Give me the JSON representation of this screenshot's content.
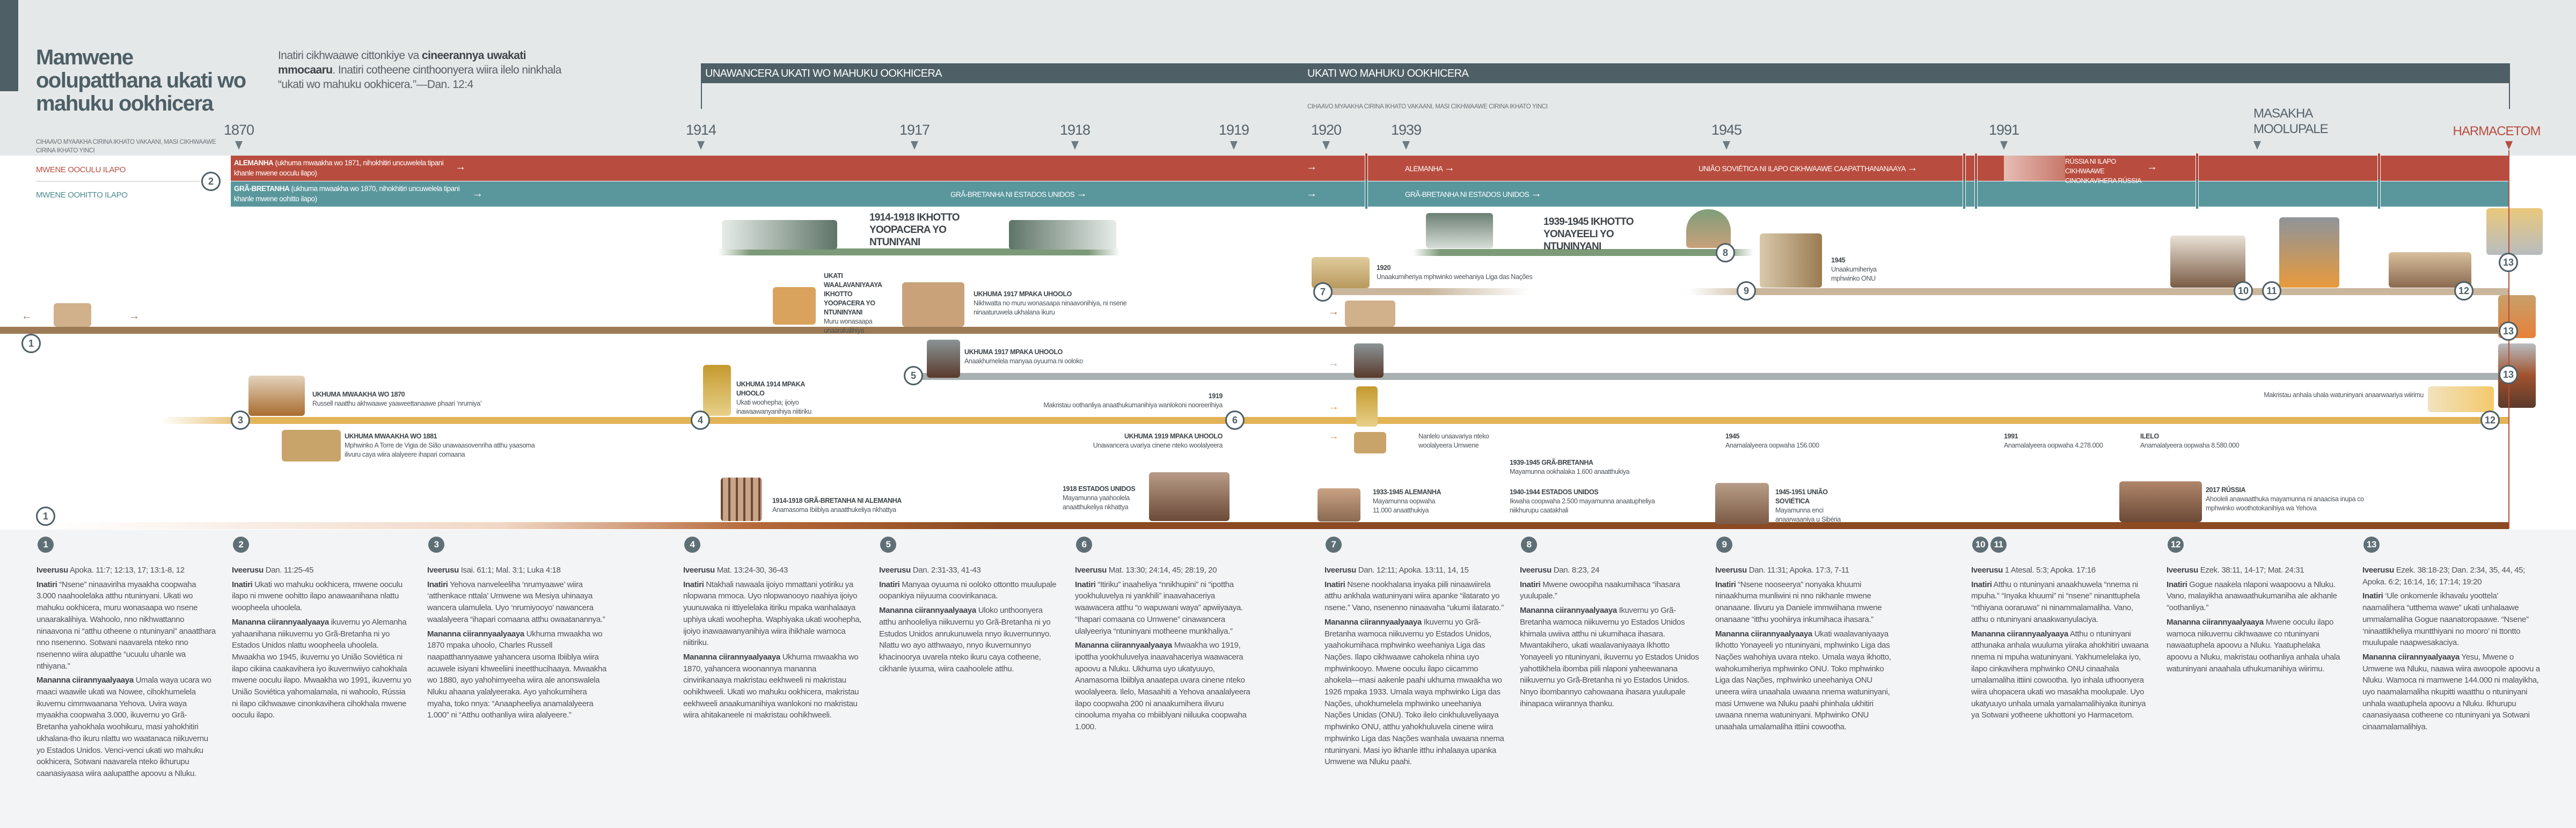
{
  "header": {
    "title": "Mamwene oolupatthana ukati wo mahuku ookhicera",
    "subtitle_pre": "Inatiri cikhwaawe cittonkiye va ",
    "subtitle_bold": "cineerannya uwakati mmocaaru",
    "subtitle_post": ". Inatiri cotheene cinthoonyera wiira ilelo ninkhala “ukati wo mahuku ookhicera.”—Dan. 12:4",
    "note_left": "Cihaavo myaakha cirina ikhato vakaani, masi cikhwaawe cirina ikhato yinci"
  },
  "periods": {
    "before": "UNAWANCERA UKATI WO MAHUKU OOKHICERA",
    "last_days": "UKATI WO MAHUKU OOKHICERA",
    "note": "Cihaavo myaakha cirina ikhato vakaani, masi cikhwaawe cirina ikhato yinci"
  },
  "years": [
    "1870",
    "1914",
    "1917",
    "1918",
    "1919",
    "1920",
    "1939",
    "1945",
    "1991",
    "MASAKHA MOOLUPALE",
    "HARMACETOM"
  ],
  "rows": {
    "north": "MWENE OOCULU ILAPO",
    "south": "MWENE OOHITTO ILAPO"
  },
  "colors": {
    "north": "#b84d3f",
    "south": "#5a979d",
    "period": "#4e5f66",
    "harmacetom": "#b84d3f"
  },
  "bands": {
    "north_1_name": "ALEMANHA",
    "north_1_text": " (ukhuma mwaakha wo 1871, nihokhitiri uncuwelela tipani khanle mwene ooculu ilapo)",
    "south_1_name": "GRÃ-BRETANHA",
    "south_1_text": " (ukhuma mwaakha wo 1870, nihokhitiri uncuwelela tipani khanle mwene oohitto ilapo)",
    "south_2": "GRÃ-BRETANHA NI ESTADOS UNIDOS",
    "north_2": "ALEMANHA",
    "south_3": "GRÃ-BRETANHA NI ESTADOS UNIDOS",
    "north_3": "UNIÃO SOVIÉTICA NI ILAPO CIKHWAAWE CAAPATTHANANAAYA",
    "north_4": "RÚSSIA NI ILAPO CIKHWAAWE CINONKAVIHERA RÚSSIA"
  },
  "markers": [
    "2",
    "1",
    "5",
    "3",
    "4",
    "6",
    "7",
    "8",
    "9",
    "10",
    "11",
    "12",
    "13",
    "13",
    "13",
    "12",
    "1"
  ],
  "captions": [
    {
      "title": "1914-1918 Ikhotto yoopacera yo ntuniyani",
      "text": ""
    },
    {
      "title": "Ukati waalavaniyaaya ikhotto yoopacera yo ntuninyani",
      "text": "Muru wonasaapa unaarakalihiya"
    },
    {
      "title": "Ukhuma 1917 mpaka uhoolo",
      "text": "Nikhwatta no muru wonasaapa ninaavonihiya, ni nsene ninaaturuwela ukhalana ikuru"
    },
    {
      "title": "Ukhuma 1917 mpaka uhoolo",
      "text": "Anaakhumelela manyaa oyuuma ni ooloko"
    },
    {
      "title": "Ukhuma mwaakha wo 1870",
      "text": "Russell naatthu akhwaawe yaaweettanaawe phaari ‘nrumiya’"
    },
    {
      "title": "Ukhuma mwaakha wo 1881",
      "text": "Mphwinko A Torre de Vigia de Sião unawaasovenriha atthu yaasoma ilivuru caya wiira alalyeere ihapari comaana"
    },
    {
      "title": "Ukhuma 1914 mpaka uhoolo",
      "text": "Ukati woohepha; ijoiyo inawaawanyanihiya niitiriku"
    },
    {
      "title": "1919",
      "text": "Makristau oothanliya anaathukumanihiya wanlokoni nooreerihiya"
    },
    {
      "title": "Ukhuma 1919 mpaka uhoolo",
      "text": "Unawancera uvariya cinene nteko woolalyeera"
    },
    {
      "title": "1914-1918 Grã-Bretanha ni Alemanha",
      "text": "Anamasoma Ibiiblya anaatthukeliya nkhattya"
    },
    {
      "title": "1918 Estados Unidos",
      "text": "Mayamunna yaahoolela anaatthukeliya nkhattya"
    },
    {
      "title": "1920",
      "text": "Unaakumiheriya mphwinko weehaniya Liga das Nações"
    },
    {
      "title": "1939-1945 Ikhotto yonayeeli yo ntuninyani",
      "text": ""
    },
    {
      "title": "1945",
      "text": "Unaakumiheriya mphwinko ONU"
    },
    {
      "title": "",
      "text": "Nanlelo unaavariya nteko woolalyeera Umwene"
    },
    {
      "title": "1939-1945 Grã-Bretanha",
      "text": "Mayamunna ookhalaka 1.600 anaatthukiya"
    },
    {
      "title": "1933-1945 Alemanha",
      "text": "Mayamunna oopwaha 11.000 anaatthukiya"
    },
    {
      "title": "1940-1944 Estados Unidos",
      "text": "Ikwaha coopwaha 2.500 mayamunna anaatupheliya niikhurupu caatakhali"
    },
    {
      "title": "1945",
      "text": "Anamalalyeera oopwaha 156.000"
    },
    {
      "title": "1945-1951 União Soviética",
      "text": "Mayamunna enci anaarwaaniya u Sibéria"
    },
    {
      "title": "1991",
      "text": "Anamalalyeera oopwaha 4.278.000"
    },
    {
      "title": "Ilelo",
      "text": "Anamalalyeera oopwaha 8.580.000"
    },
    {
      "title": "2017 Rússia",
      "text": "Ahooleli anawaatthuka mayamunna ni anaacisa inupa co mphwinko woothotokanihiya wa Yehova"
    },
    {
      "title": "",
      "text": "Makristau anhala uhala watuninyani anaarwaariya wiirimu"
    }
  ],
  "labels": {
    "ref": "Iveerusu",
    "means": "Inatiri",
    "fulfilled": "Mananna ciirannyaalyaaya"
  },
  "columns": [
    {
      "num": "1",
      "ref": "Apoka. 11:7; 12:13, 17; 13:1-8, 12",
      "means": "“Nsene” ninaaviriha myaakha coopwaha 3.000 naahoolelaka atthu ntuninyani. Ukati wo mahuku ookhicera, muru wonasaapa wo nsene unaarakalihiya. Wahoolo, nno nikhwattanno ninaavona ni “atthu otheene o ntuninyani” anaatthara nno nsenenno. Sotwani naavarela nteko nno nsenenno wiira alupatthe “ucuulu uhanle wa nthiyana.”",
      "fulfilled": "Umala waya ucara wo maaci waawile ukati wa Nowee, cihokhumelela ikuvernu cimmwaanana Yehova. Uvira waya myaakha coopwaha 3.000, ikuvernu yo Grã-Bretanha yahokhala woohikuru, masi yahokhitiri ukhalana-tho ikuru nlattu wo waatanaca niikuvernu yo Estados Unidos. Venci-venci ukati wo mahuku ookhicera, Sotwani naavarela nteko ikhurupu caanasiyaasa wiira aalupatthe apoovu a Nluku."
    },
    {
      "num": "2",
      "ref": "Dan. 11:25-45",
      "means": "Ukati wo mahuku ookhicera, mwene ooculu ilapo ni mwene oohitto ilapo anawaanihana nlattu woopheela uhoolela.",
      "fulfilled": "ikuvernu yo Alemanha yahaanihana niikuvernu yo Grã-Bretanha ni yo Estados Unidos nlattu woopheela uhoolela. Mwaakha wo 1945, ikuvernu yo União Soviética ni ilapo cikiina caakavihera iyo ikuvernwiiyo cahokhala mwene ooculu ilapo. Mwaakha wo 1991, ikuvernu yo União Soviética yahomalamala, ni wahoolo, Rússia ni ilapo cikhwaawe cinonkavihera cihokhala mwene ooculu ilapo."
    },
    {
      "num": "3",
      "ref": "Isai. 61:1; Mal. 3:1; Luka 4:18",
      "means": "Yehova nanveleeliha ‘nrumyaawe’ wiira ‘atthenkace nttala’ Umwene wa Mesiya uhinaaya wancera ulamulela. Uyo ‘nrumiyooyo’ nawancera waalalyeera “ihapari comaana atthu owaatanannya.”",
      "fulfilled": "Ukhuma mwaakha wo 1870 mpaka uhoolo, Charles Russell naapatthannyaawe yahancera usoma Ibiiblya wiira acuwele isiyani khweeliini ineetthucihaaya. Mwaakha wo 1880, ayo yahohimyeeha wiira ale anonswalela Nluku ahaana yalalyeeraka. Ayo yahokumihera myaha, toko nnya: “Anaapheeliya anamalalyeera 1.000” ni “Atthu oothanliya wiira alalyeere.”"
    },
    {
      "num": "4",
      "ref": "Mat. 13:24-30, 36-43",
      "means": "Ntakhali nawaala ijoiyo mmattani yotiriku ya nlopwana mmoca. Uyo nlopwanooyo naahiya ijoiyo yuunuwaka ni ittiyelelaka itiriku mpaka wanhalaaya uphiya ukati woohepha. Waphiyaka ukati woohepha, ijoiyo inawaawanyanihiya wiira ihikhale wamoca niitiriku.",
      "fulfilled": "Ukhuma mwaakha wo 1870, yahancera woonannya mananna cinvirikanaaya makristau eekhweeli ni makristau oohikhweeli. Ukati wo mahuku ookhicera, makristau eekhweeli anaakumanihiya wanlokoni no makristau wiira ahitakaneele ni makristau oohikhweeli."
    },
    {
      "num": "5",
      "ref": "Dan. 2:31-33, 41-43",
      "means": "Manyaa oyuuma ni ooloko ottontto muulupale oopankiya niiyuuma coovirikanaca.",
      "fulfilled": "Uloko unthoonyera atthu anhooleliya niikuvernu yo Grã-Bretanha ni yo Estudos Unidos anrukunuwela nnyo ikuvernunnyo. Nlattu wo ayo atthwaayo, nnyo ikuvernunnyo khacinoorya uvarela nteko ikuru caya cotheene, cikhanle iyuuma, wiira caahoolele atthu."
    },
    {
      "num": "6",
      "ref": "Mat. 13:30; 24:14, 45; 28:19, 20",
      "means": "“Itiriku” inaaheliya “nnikhupini” ni “ipottha yookhuluvelya ni yankhili” inaavahaceriya waawacera atthu “o wapuwani waya” apwiiyaaya. “Ihapari comaana co Umwene” cinawancera ulalyeeriya “ntuninyani motheene munkhaliya.”",
      "fulfilled": "Mwaakha wo 1919, ipottha yookhuluvelya inaavahaceriya waawacera apoovu a Nluku. Ukhuma uyo ukatyuuyo, Anamasoma Ibiiblya anaatepa uvara cinene nteko woolalyeera. Ilelo, Masaahiti a Yehova anaalalyeera ilapo coopwaha 200 ni anaakumihera ilivuru cinooluma myaha co mbiiblyani niiluuka coopwaha 1.000."
    },
    {
      "num": "7",
      "ref": "Dan. 12:11; Apoka. 13:11, 14, 15",
      "means": "Nsene nookhalana inyaka piili ninaawiirela atthu ankhala watuninyani wiira apanke “ilatarato yo nsene.” Vano, nsenenno ninaavaha “ukumi ilatarato.”",
      "fulfilled": "Ikuvernu yo Grã-Bretanha wamoca niikuvernu yo Estados Unidos, yaahokumihaca mphwinko weehaniya Liga das Nações. Ilapo cikhwaawe cahokela nhina uyo mphwinkooyo. Mwene ooculu ilapo ciicammo ahokela—masi aakenle paahi ukhuma mwaakha wo 1926 mpaka 1933. Umala waya mphwinko Liga das Nações, uhokhumelela mphwinko uneehaniya Nações Unidas (ONU). Toko ilelo cinkhuluveliyaaya mphwinko ONU, atthu yahokhuluvela cinene wiira mphwinko Liga das Nações wanhala uwaana nnema ntuninyani. Masi iyo ikhanle itthu inhalaaya upanka Umwene wa Nluku paahi."
    },
    {
      "num": "8",
      "ref": "Dan. 8:23, 24",
      "means": "Mwene owoopiha naakumihaca “ihasara yuulupale.”",
      "fulfilled": "Ikuvernu yo Grã-Bretanha wamoca niikuvernu yo Estados Unidos khimala uwiiva atthu ni ukumihaca ihasara. Mwantakihero, ukati waalavaniyaaya Ikhotto Yonayeeli yo ntuninyani, ikuvernu yo Estados Unidos yahottikhela ibomba piili nlaponi yaheewanana niikuvernu yo Grã-Bretanha ni yo Estados Unidos. Nnyo ibombannyo cahowaana ihasara yuulupale ihinapaca wiirannya thanku."
    },
    {
      "num": "9",
      "ref": "Dan. 11:31; Apoka. 17:3, 7-11",
      "means": "“Nsene nooseerya” nonyaka khuumi ninaakhuma munliwini ni nno nikhanle mwene onanaane. Ilivuru ya Daniele immwiihana mwene onanaane “itthu yoohiirya inkumihaca ihasara.”",
      "fulfilled": "Ukati waalavaniyaaya Ikhotto Yonayeeli yo ntuninyani, mphwinko Liga das Nações wahohiya uvara nteko. Umala waya ikhotto, wahokumiheriya mphwinko ONU. Toko mphwinko Liga das Nações, mphwinko uneehaniya ONU uneera wiira unaahala uwaana nnema watuninyani, masi Umwene wa Nluku paahi phinhala ukhitiri uwaana nnema watuninyani. Mphwinko ONU unaahala umalamaliha ittiini cowootha."
    },
    {
      "num": "10",
      "num2": "11",
      "ref": "1 Atesal. 5:3; Apoka. 17:16",
      "means": "Atthu o ntuninyani anaakhuwela “nnema ni mpuha.” “Inyaka khuumi” ni “nsene” ninanttuphela “nthiyana ooraruwa” ni ninammalamaliha. Vano, atthu o ntuninyani anaakwanyulaciya.",
      "fulfilled": "Atthu o ntuninyani atthunaka anhala wuuluma yiiraka ahokhitiri uwaana nnema ni mpuha watuninyani. Yakhumelelaka iyo, ilapo cinkavihera mphwinko ONU cinaahala umalamaliha ittiini cowootha. Iyo inhala uthoonyera wiira uhopacera ukati wo masakha moolupale. Uyo ukatyuuyo unhala umala yamalamalihiyaka ituninya ya Sotwani yotheene ukhottoni yo Harmacetom."
    },
    {
      "num": "12",
      "ref": "Ezek. 38:11, 14-17; Mat. 24:31",
      "means": "Gogue naakela nlaponi waapoovu a Nluku. Vano, malayikha anawaathukumaniha ale akhanle “oothanliya.”",
      "fulfilled": "Mwene ooculu ilapo wamoca niikuvernu cikhwaawe co ntuninyani nawaatuphela apoovu a Nluku. Yaatuphelaka apoovu a Nluku, makristau oothanliya anhala uhala watuninyani anaahala uthukumanihiya wiirimu."
    },
    {
      "num": "13",
      "ref": "Ezek. 38:18-23; Dan. 2:34, 35, 44, 45; Apoka. 6:2; 16:14, 16; 17:14; 19:20",
      "means": "‘Ule onkomenle ikhavalu yoottela’ naamalihera “utthema wawe” ukati unhalaawe ummalamaliha Gogue naanatoropaawe. “Nsene” ‘ninaattikheliya muntthiyani no mooro’ ni ttontto muulupale naapwesakaciya.",
      "fulfilled": "Yesu, Mwene o Umwene wa Nluku, naawa wiira awoopole apoovu a Nluku. Wamoca ni mamwene 144.000 ni malayikha, uyo naamalamaliha nkupitti waatthu o ntuninyani unhala waatuphela apoovu a Nluku. Ikhurupu caanasiyaasa cotheene co ntuninyani ya Sotwani cinaamalamalihiya."
    }
  ]
}
